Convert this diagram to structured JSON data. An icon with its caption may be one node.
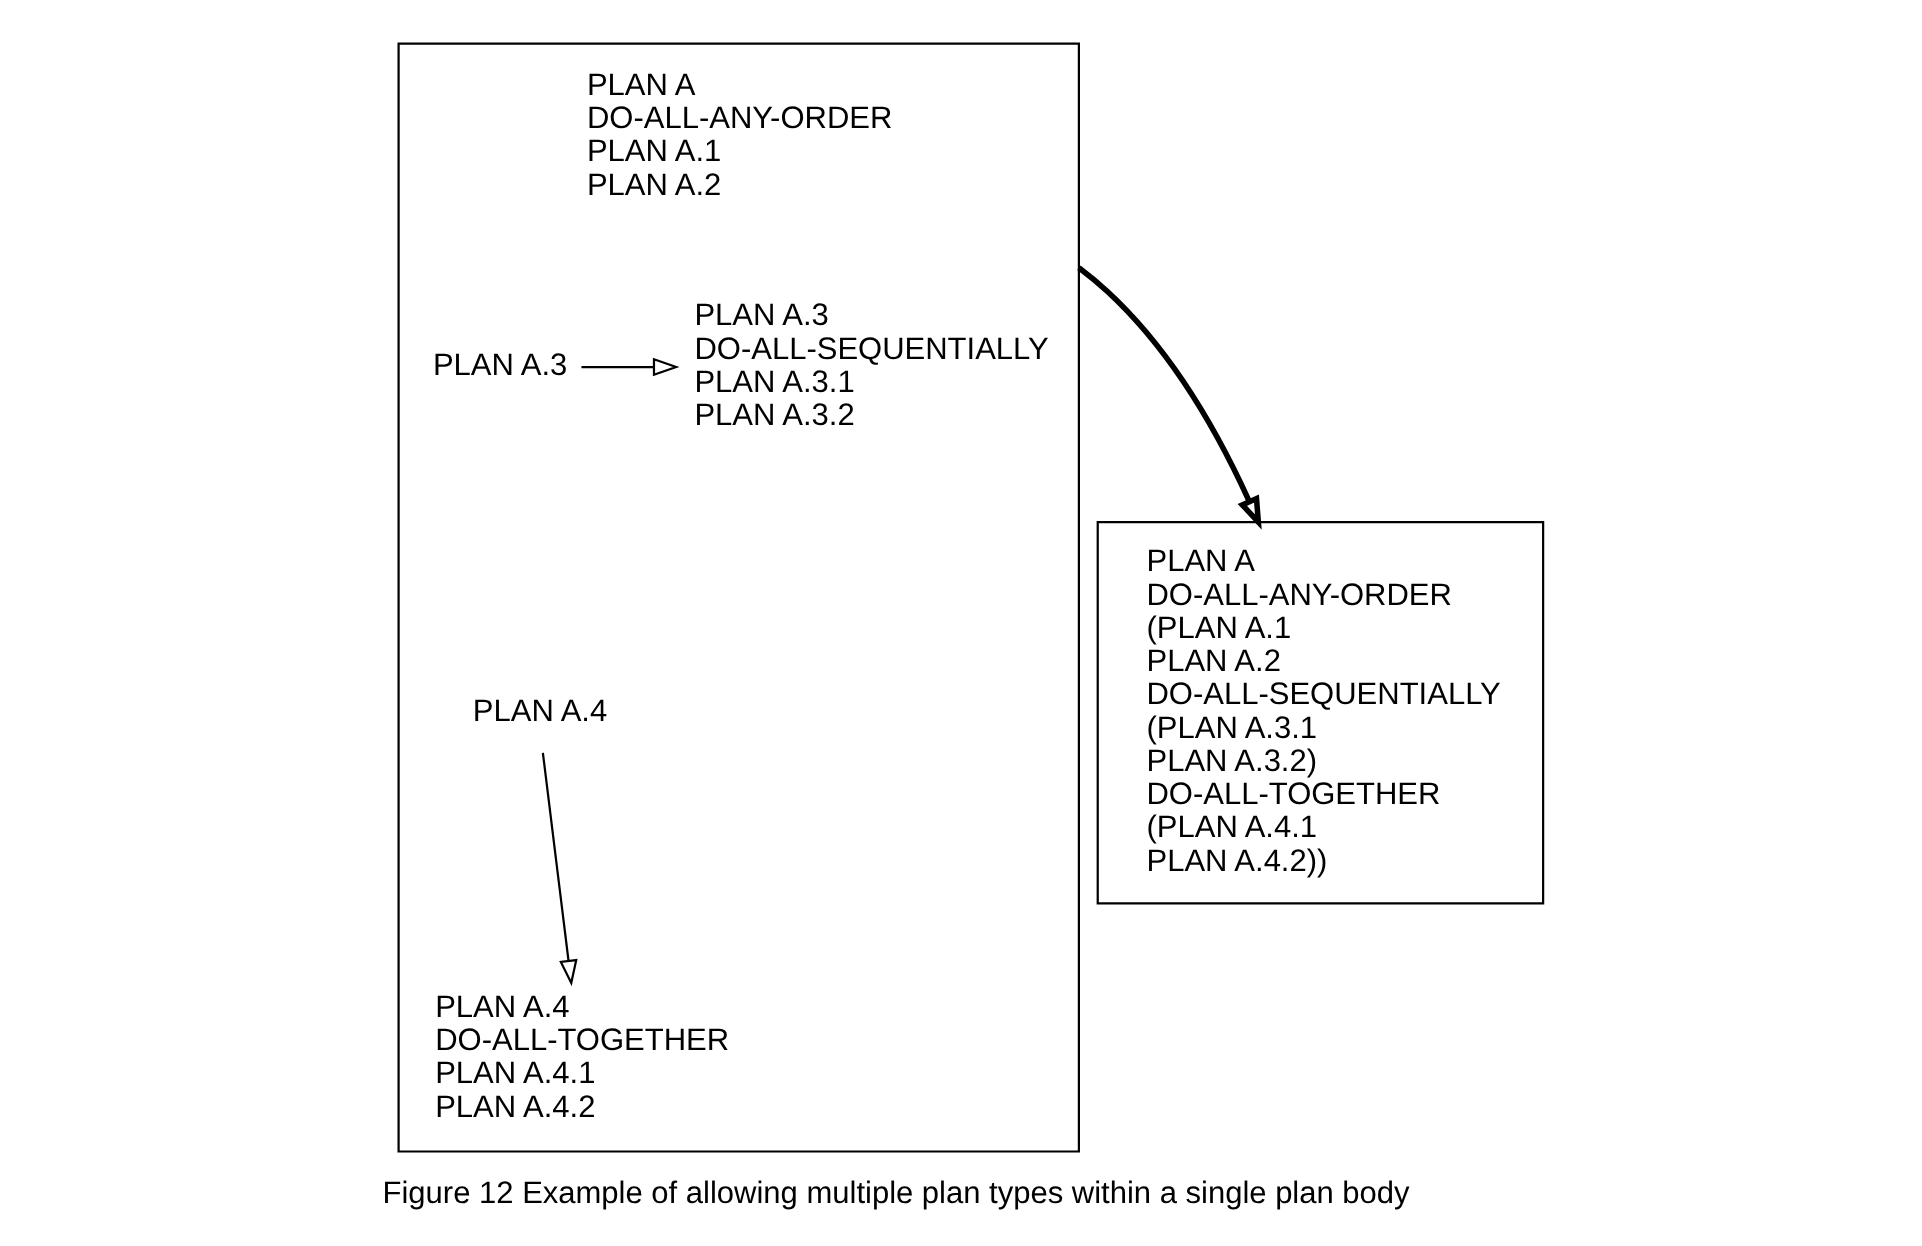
{
  "diagram": {
    "caption": "Figure 12 Example of allowing multiple plan types within a single plan body",
    "nodes": [
      {
        "text": [],
        "shape": "box"
      },
      {
        "text": [
          "PLAN A",
          "DO-ALL-ANY-ORDER",
          "PLAN A.1",
          "PLAN A.2"
        ],
        "in": 0
      },
      {
        "text": [
          "PLAN A.3"
        ],
        "in": 0
      },
      {
        "text": [
          "PLAN A.4"
        ],
        "in": 0
      },
      {
        "text": [
          "PLAN A.3",
          "DO-ALL-SEQUENTIALLY",
          "PLAN A.3.1",
          "PLAN A.3.2"
        ],
        "in": 0
      },
      {
        "text": [
          "PLAN A.4",
          "DO-ALL-TOGETHER",
          "PLAN A.4.1",
          "PLAN A.4.2"
        ],
        "in": 0
      },
      {
        "text": [
          "PLAN A",
          "DO-ALL-ANY-ORDER",
          "(PLAN A.1",
          "PLAN A.2",
          "DO-ALL-SEQUENTIALLY",
          "(PLAN A.3.1",
          "PLAN A.3.2)",
          "DO-ALL-TOGETHER",
          "(PLAN A.4.1",
          "PLAN A.4.2))"
        ]
      }
    ],
    "edges": [
      {
        "from": 2,
        "to": 4,
        "arrow": "to"
      },
      {
        "from": 3,
        "to": 5,
        "arrow": "to"
      },
      {
        "from": 0,
        "to": 6,
        "arrow": "to",
        "style": "thick"
      }
    ]
  }
}
